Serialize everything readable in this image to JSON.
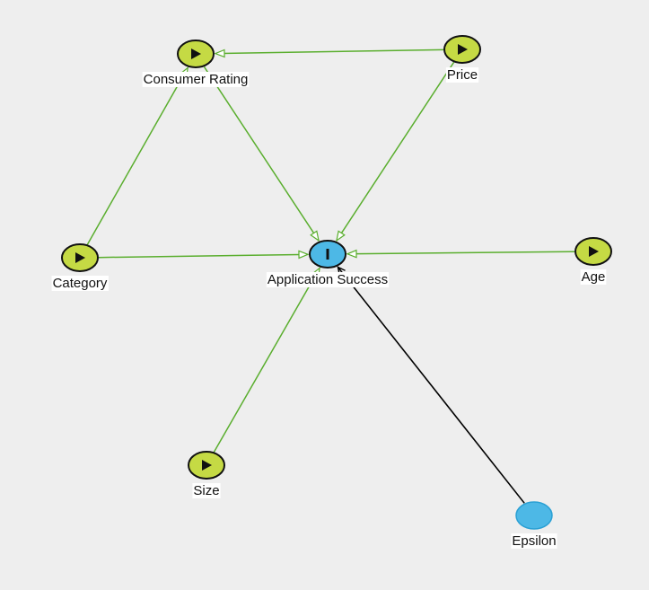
{
  "colors": {
    "background": "#eeeeee",
    "exposure_fill": "#c5da44",
    "outcome_fill": "#4db8e6",
    "latent_fill": "#4db8e6",
    "latent_stroke": "#2aa0d4",
    "causal_edge": "#5aae2e",
    "latent_edge": "#000000",
    "node_stroke": "#111111"
  },
  "nodes": [
    {
      "id": "consumer_rating",
      "label": "Consumer Rating",
      "kind": "exposure",
      "icon": "play-icon"
    },
    {
      "id": "price",
      "label": "Price",
      "kind": "exposure",
      "icon": "play-icon"
    },
    {
      "id": "category",
      "label": "Category",
      "kind": "exposure",
      "icon": "play-icon"
    },
    {
      "id": "application_success",
      "label": "Application Success",
      "kind": "outcome",
      "icon": "outcome-bar-icon"
    },
    {
      "id": "age",
      "label": "Age",
      "kind": "exposure",
      "icon": "play-icon"
    },
    {
      "id": "size",
      "label": "Size",
      "kind": "exposure",
      "icon": "play-icon"
    },
    {
      "id": "epsilon",
      "label": "Epsilon",
      "kind": "latent",
      "icon": ""
    }
  ],
  "edges": [
    {
      "from": "price",
      "to": "consumer_rating",
      "kind": "causal"
    },
    {
      "from": "category",
      "to": "consumer_rating",
      "kind": "causal"
    },
    {
      "from": "consumer_rating",
      "to": "application_success",
      "kind": "causal"
    },
    {
      "from": "price",
      "to": "application_success",
      "kind": "causal"
    },
    {
      "from": "category",
      "to": "application_success",
      "kind": "causal"
    },
    {
      "from": "age",
      "to": "application_success",
      "kind": "causal"
    },
    {
      "from": "size",
      "to": "application_success",
      "kind": "causal"
    },
    {
      "from": "epsilon",
      "to": "application_success",
      "kind": "latent"
    }
  ]
}
